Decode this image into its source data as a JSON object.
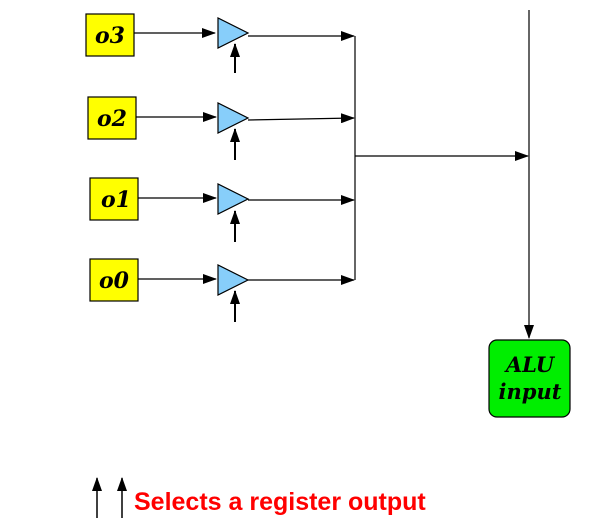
{
  "registers": [
    {
      "id": "o3",
      "label": "o3"
    },
    {
      "id": "o2",
      "label": "o2"
    },
    {
      "id": "o1",
      "label": "o1"
    },
    {
      "id": "o0",
      "label": "o0"
    }
  ],
  "alu": {
    "line1": "ALU",
    "line2": "input"
  },
  "legend": {
    "text": "Selects a register output"
  },
  "colors": {
    "register_fill": "#ffff00",
    "buffer_fill": "#87cefa",
    "alu_fill": "#00ee00",
    "legend_text": "#ff0000",
    "stroke": "#000000"
  }
}
